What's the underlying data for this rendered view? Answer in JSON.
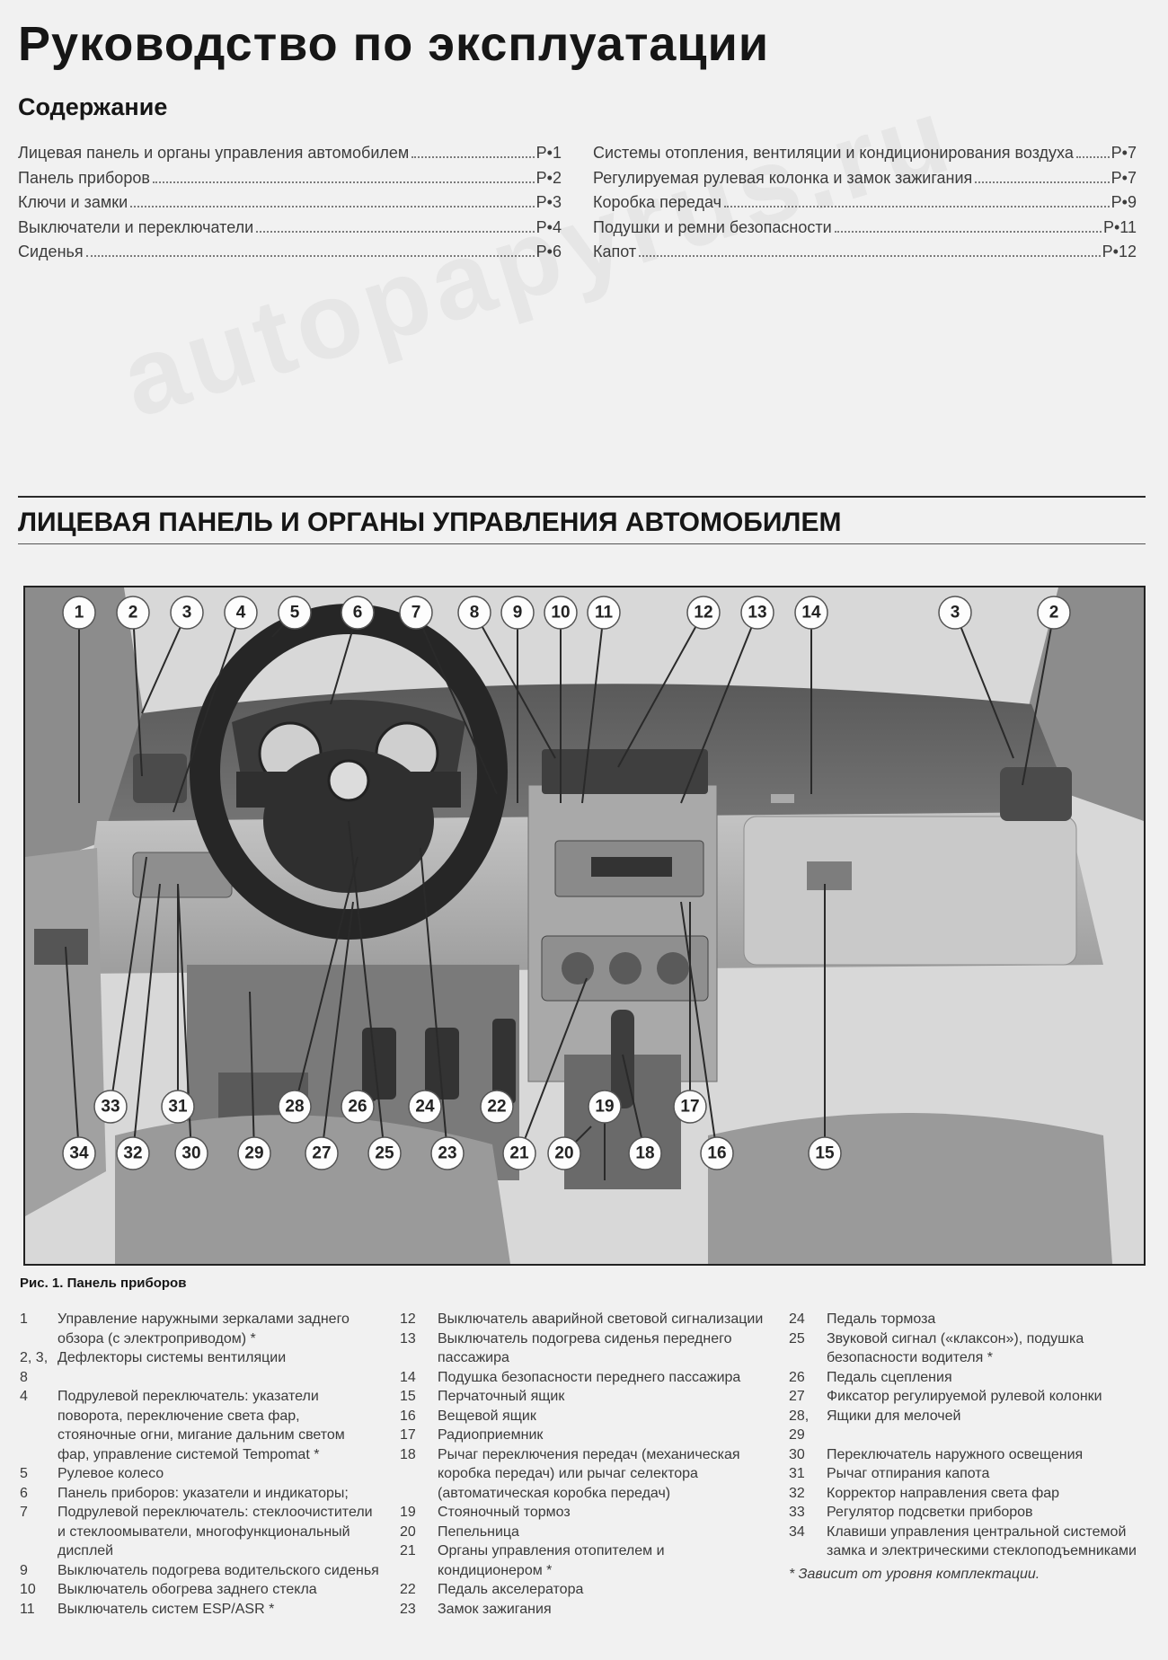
{
  "title": "Руководство по эксплуатации",
  "subtitle": "Содержание",
  "toc_left": [
    {
      "label": "Лицевая панель и органы управления автомобилем",
      "page": "P•1"
    },
    {
      "label": "Панель приборов",
      "page": "P•2"
    },
    {
      "label": "Ключи и замки",
      "page": "P•3"
    },
    {
      "label": "Выключатели и переключатели",
      "page": "P•4"
    },
    {
      "label": "Сиденья",
      "page": "P•6"
    }
  ],
  "toc_right": [
    {
      "label": "Системы отопления, вентиляции и кондиционирования воздуха",
      "page": "P•7"
    },
    {
      "label": "Регулируемая рулевая колонка и замок зажигания",
      "page": "P•7"
    },
    {
      "label": "Коробка передач",
      "page": "P•9"
    },
    {
      "label": "Подушки и ремни безопасности",
      "page": "P•11"
    },
    {
      "label": "Капот",
      "page": "P•12"
    }
  ],
  "watermark": "autopapyrus.ru",
  "section_heading": "ЛИЦЕВАЯ ПАНЕЛЬ И ОРГАНЫ УПРАВЛЕНИЯ АВТОМОБИЛЕМ",
  "callouts_top": [
    "1",
    "2",
    "3",
    "4",
    "5",
    "6",
    "7",
    "8",
    "9",
    "10",
    "11",
    "12",
    "13",
    "14",
    "3",
    "2"
  ],
  "callouts_bottom": [
    "33",
    "31",
    "28",
    "26",
    "24",
    "22",
    "19",
    "17",
    "34",
    "32",
    "30",
    "29",
    "27",
    "25",
    "23",
    "21",
    "20",
    "18",
    "16",
    "15"
  ],
  "figure_caption": "Рис. 1. Панель приборов",
  "legend_col1": [
    {
      "n": "1",
      "t": "Управление наружными зеркалами заднего обзора (с электроприводом) *"
    },
    {
      "n": "2, 3, 8",
      "t": "Дефлекторы системы вентиляции"
    },
    {
      "n": "4",
      "t": "Подрулевой переключатель: указатели поворота, переключение света фар, стояночные огни, мигание дальним светом фар, управление системой Tempomat *"
    },
    {
      "n": "5",
      "t": "Рулевое колесо"
    },
    {
      "n": "6",
      "t": "Панель приборов: указатели и индикаторы;"
    },
    {
      "n": "7",
      "t": "Подрулевой переключатель: стеклоочистители и стеклоомыватели, многофункциональный дисплей"
    },
    {
      "n": "9",
      "t": "Выключатель подогрева водительского сиденья"
    },
    {
      "n": "10",
      "t": "Выключатель обогрева заднего стекла"
    },
    {
      "n": "11",
      "t": "Выключатель систем ESP/ASR *"
    }
  ],
  "legend_col2": [
    {
      "n": "12",
      "t": "Выключатель аварийной световой сигнализации"
    },
    {
      "n": "13",
      "t": "Выключатель подогрева сиденья переднего пассажира"
    },
    {
      "n": "14",
      "t": "Подушка безопасности переднего пассажира"
    },
    {
      "n": "15",
      "t": "Перчаточный ящик"
    },
    {
      "n": "16",
      "t": "Вещевой ящик"
    },
    {
      "n": "17",
      "t": "Радиоприемник"
    },
    {
      "n": "18",
      "t": "Рычаг переключения передач (механическая коробка передач) или рычаг селектора (автоматическая коробка передач)"
    },
    {
      "n": "19",
      "t": "Стояночный тормоз"
    },
    {
      "n": "20",
      "t": "Пепельница"
    },
    {
      "n": "21",
      "t": "Органы управления отопителем и кондиционером *"
    },
    {
      "n": "22",
      "t": "Педаль акселератора"
    },
    {
      "n": "23",
      "t": "Замок зажигания"
    }
  ],
  "legend_col3": [
    {
      "n": "24",
      "t": "Педаль тормоза"
    },
    {
      "n": "25",
      "t": "Звуковой сигнал («клаксон»), подушка безопасности водителя *"
    },
    {
      "n": "26",
      "t": "Педаль сцепления"
    },
    {
      "n": "27",
      "t": "Фиксатор регулируемой рулевой колонки"
    },
    {
      "n": "28, 29",
      "t": "Ящики для мелочей"
    },
    {
      "n": "30",
      "t": "Переключатель наружного освещения"
    },
    {
      "n": "31",
      "t": "Рычаг отпирания капота"
    },
    {
      "n": "32",
      "t": "Корректор направления света фар"
    },
    {
      "n": "33",
      "t": "Регулятор подсветки приборов"
    },
    {
      "n": "34",
      "t": "Клавиши управления центральной системой замка и электрическими стеклоподъемниками"
    }
  ],
  "footnote": "* Зависит от уровня комплектации."
}
